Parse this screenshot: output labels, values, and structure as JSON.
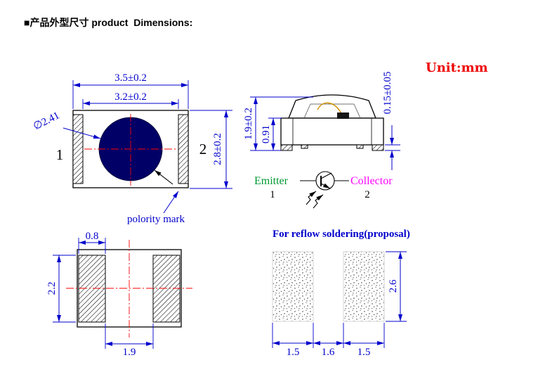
{
  "header": {
    "title_cn": "■产品外型尺寸",
    "title_en": " product  Dimensions:",
    "unit_label": "Unit:mm"
  },
  "top_view": {
    "dim_outer_width": "3.5±0.2",
    "dim_body_width": "3.2±0.2",
    "dim_height": "2.8±0.2",
    "dim_lens_diameter": "∅2.41",
    "pin_left": "1",
    "pin_right": "2",
    "polarity_label": "polority mark"
  },
  "side_view": {
    "dim_total_height": "1.9±0.2",
    "dim_body_height": "0.91",
    "dim_standoff": "0.15±0.05"
  },
  "schematic": {
    "emitter_label": "Emitter",
    "emitter_pin": "1",
    "collector_label": "Collector",
    "collector_pin": "2"
  },
  "bottom_view": {
    "dim_pad_width": "0.8",
    "dim_pad_height": "2.2",
    "dim_pad_gap": "1.9"
  },
  "reflow": {
    "title": "For reflow soldering(proposal)",
    "dim_left_pad": "1.5",
    "dim_gap": "1.6",
    "dim_right_pad": "1.5",
    "dim_pad_height": "2.6"
  },
  "colors": {
    "dimension_blue": "#0000cc",
    "centerline_red": "#ff0000",
    "unit_red": "#ee0000",
    "emitter_green": "#009933",
    "collector_magenta": "#ff00ff",
    "lens_navy": "#000066",
    "wire_gold": "#d39100",
    "title_black": "#000000"
  }
}
